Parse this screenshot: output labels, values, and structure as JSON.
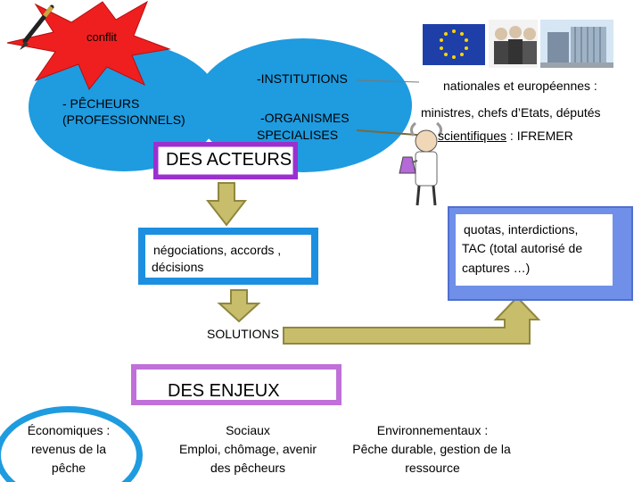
{
  "conflict": {
    "label": "conflit"
  },
  "actors": {
    "pecheurs": "-  PÊCHEURS",
    "pecheurs_sub": "(PROFESSIONNELS)",
    "institutions": "-INSTITUTIONS",
    "organismes": "-ORGANISMES",
    "specialises": "SPECIALISES",
    "title": "DES ACTEURS"
  },
  "right_labels": {
    "nationales": "nationales et européennes  :",
    "ministres": "ministres, chefs d’Etats, députés",
    "scientifiques_word": "scientifiques",
    "scientifiques_rest": " : IFREMER"
  },
  "negociations": {
    "line1": "négociations, accords ,",
    "line2": "décisions"
  },
  "quotas": {
    "line1": "quotas, interdictions,",
    "line2": "TAC (total autorisé de",
    "line3": "captures …)"
  },
  "solutions": {
    "label": "SOLUTIONS"
  },
  "enjeux": {
    "title": "DES ENJEUX",
    "economiques_1": "Économiques :",
    "economiques_2": "revenus de la",
    "economiques_3": "pêche",
    "sociaux_1": "Sociaux",
    "sociaux_2": "Emploi, chômage, avenir",
    "sociaux_3": "des pêcheurs",
    "env_1": "Environnementaux :",
    "env_2": "Pêche durable, gestion de la",
    "env_3": "ressource"
  },
  "colors": {
    "ellipse_blue": "#1f9be0",
    "box_blue": "#1d8fe0",
    "purple": "#9b30d0",
    "arrow_fill": "#c8bd6a",
    "arrow_stroke": "#8f8740",
    "star_red": "#ef1f1f",
    "quotas_border": "#4f6fd0"
  }
}
